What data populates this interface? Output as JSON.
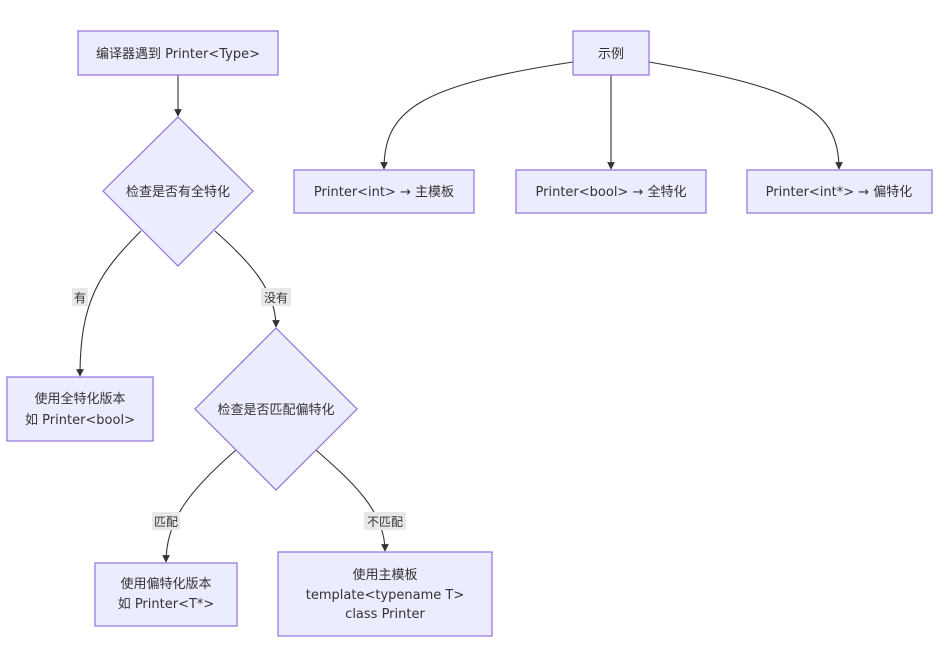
{
  "colors": {
    "node_fill": "#ECECFF",
    "node_stroke": "#9370DB",
    "edge": "#333333",
    "edge_label_bg": "#e8e8e8",
    "text": "#333333"
  },
  "nodes": {
    "start": "编译器遇到 Printer<Type>",
    "check_full": "检查是否有全特化",
    "use_full": [
      "使用全特化版本",
      "如 Printer<bool>"
    ],
    "check_partial": "检查是否匹配偏特化",
    "use_partial": [
      "使用偏特化版本",
      "如 Printer<T*>"
    ],
    "use_primary": [
      "使用主模板",
      "template<typename T>",
      "class Printer"
    ],
    "example": "示例",
    "ex_int": "Printer<int> → 主模板",
    "ex_bool": "Printer<bool> → 全特化",
    "ex_ptr": "Printer<int*> → 偏特化"
  },
  "edge_labels": {
    "yes": "有",
    "no": "没有",
    "match": "匹配",
    "no_match": "不匹配"
  }
}
